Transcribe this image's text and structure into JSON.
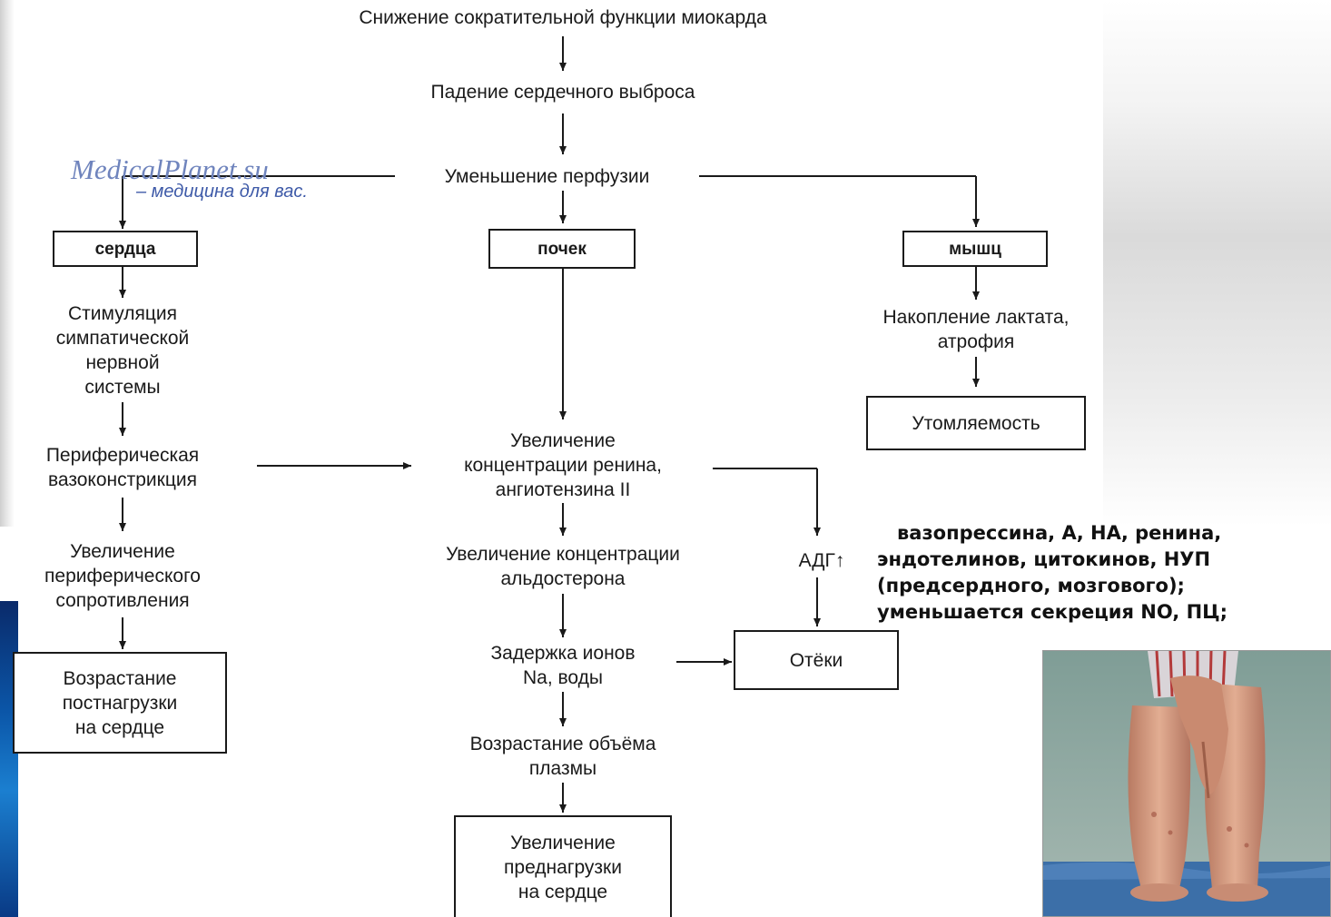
{
  "flow": {
    "top": "Снижение сократительной функции миокарда",
    "output_drop": "Падение сердечного выброса",
    "perfusion": "Уменьшение перфузии",
    "heart_box": "сердца",
    "kidney_box": "почек",
    "muscle_box": "мышц",
    "symp_1": "Стимуляция",
    "symp_2": "симпатической",
    "symp_3": "нервной",
    "symp_4": "системы",
    "vaso_1": "Периферическая",
    "vaso_2": "вазоконстрикция",
    "resist_1": "Увеличение",
    "resist_2": "периферического",
    "resist_3": "сопротивления",
    "afterload_1": "Возрастание",
    "afterload_2": "постнагрузки",
    "afterload_3": "на сердце",
    "renin_1": "Увеличение",
    "renin_2": "концентрации ренина,",
    "renin_3": "ангиотензина II",
    "aldo_1": "Увеличение концентрации",
    "aldo_2": "альдостерона",
    "na_1": "Задержка ионов",
    "na_2": "Na, воды",
    "plasma_1": "Возрастание объёма",
    "plasma_2": "плазмы",
    "preload_1": "Увеличение",
    "preload_2": "преднагрузки",
    "preload_3": "на сердце",
    "adh": "АДГ↑",
    "edema": "Отёки",
    "lactate_1": "Накопление лактата,",
    "lactate_2": "атрофия",
    "fatigue": "Утомляемость"
  },
  "watermark": {
    "main": "MedicalPlanet.su",
    "sub": "– медицина для вас."
  },
  "side_note": [
    "вазопрессина, А, НА, ренина,",
    "эндотелинов, цитокинов, НУП",
    "(предсердного, мозгового);",
    "уменьшается секреция NO, ПЦ;"
  ],
  "colors": {
    "line": "#1a1a1a",
    "watermark": "#6f84bd",
    "skin": "#d9a184",
    "wall": "#8fa8a0",
    "floor": "#3c6fa8"
  }
}
